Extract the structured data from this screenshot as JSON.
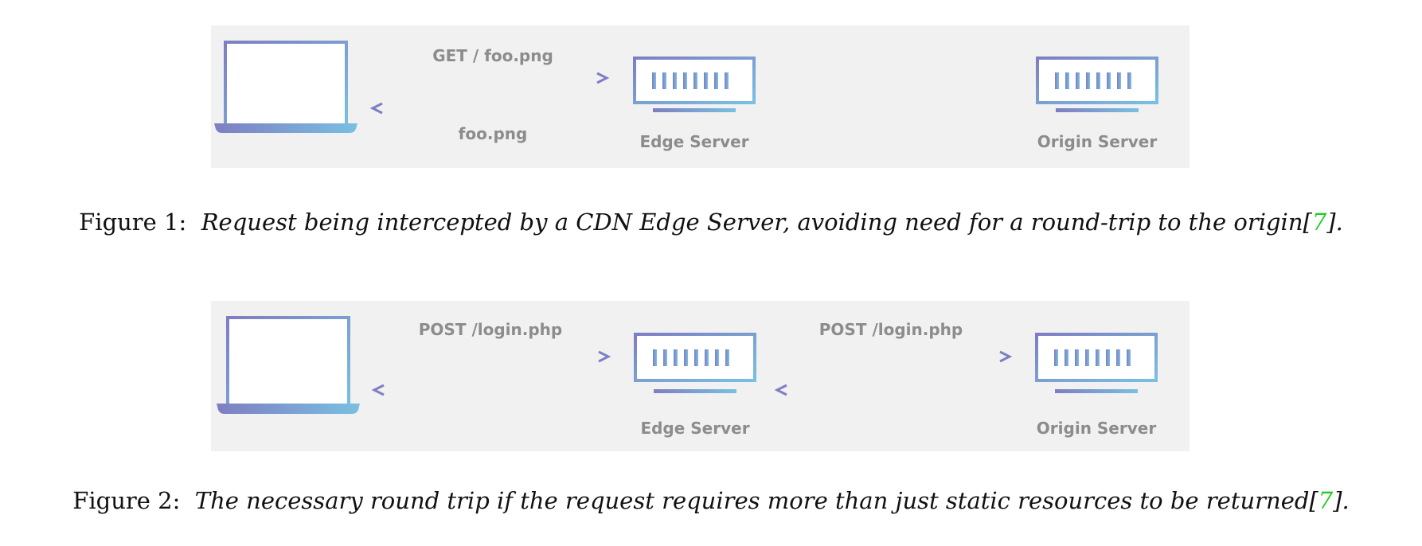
{
  "figure1": {
    "request_label": "GET / foo.png",
    "response_label": "foo.png",
    "edge_label": "Edge Server",
    "origin_label": "Origin Server",
    "caption": {
      "prefix": "Figure 1:",
      "text": "Request being intercepted by a CDN Edge Server, avoiding need for a round-trip to the origin[",
      "cite": "7",
      "suffix": "]."
    }
  },
  "figure2": {
    "request_label_1": "POST /login.php",
    "request_label_2": "POST /login.php",
    "edge_label": "Edge Server",
    "origin_label": "Origin Server",
    "caption": {
      "prefix": "Figure 2:",
      "text": "The necessary round trip if the request requires more than just static resources to be returned[",
      "cite": "7",
      "suffix": "]."
    }
  },
  "colors": {
    "gradient_start": "#7e7ec2",
    "gradient_end": "#79c0e2",
    "label_gray": "#8c8c8c",
    "figure_background": "#f1f1f1",
    "citation_green": "#22cc22"
  },
  "icons": [
    "laptop-icon",
    "server-icon",
    "arrow-right-icon",
    "arrow-left-icon"
  ]
}
